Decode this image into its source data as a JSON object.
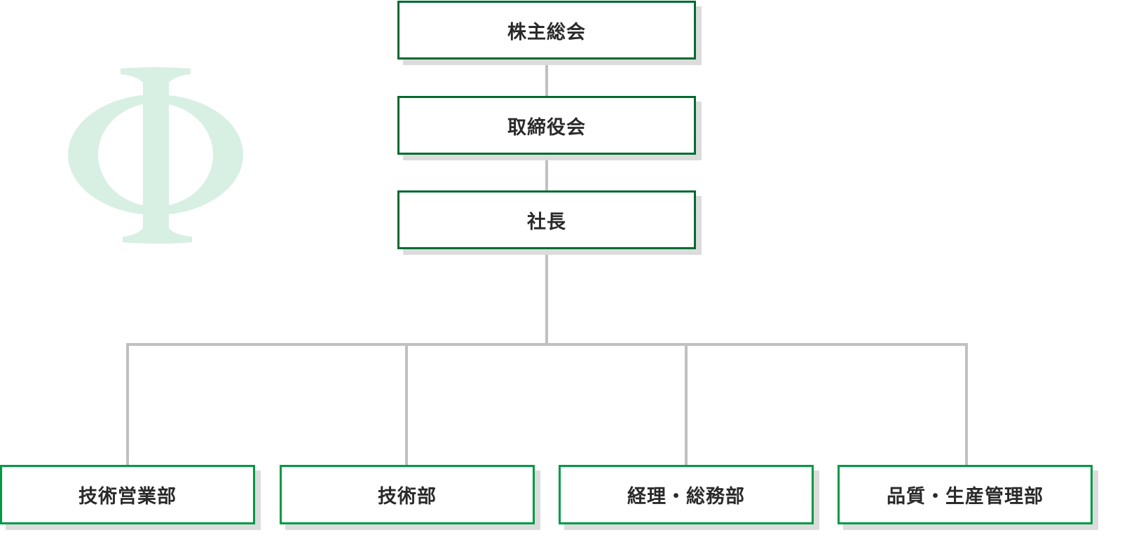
{
  "colors": {
    "top_border": "#006b32",
    "bottom_border": "#009944",
    "connector": "#c0c0c0",
    "logo": "#d8efe4"
  },
  "logo": {
    "glyph": "Φ",
    "icon": "phi-logo-icon"
  },
  "nodes": {
    "shareholders": "株主総会",
    "board": "取締役会",
    "president": "社長",
    "departments": [
      "技術営業部",
      "技術部",
      "経理・総務部",
      "品質・生産管理部"
    ]
  }
}
